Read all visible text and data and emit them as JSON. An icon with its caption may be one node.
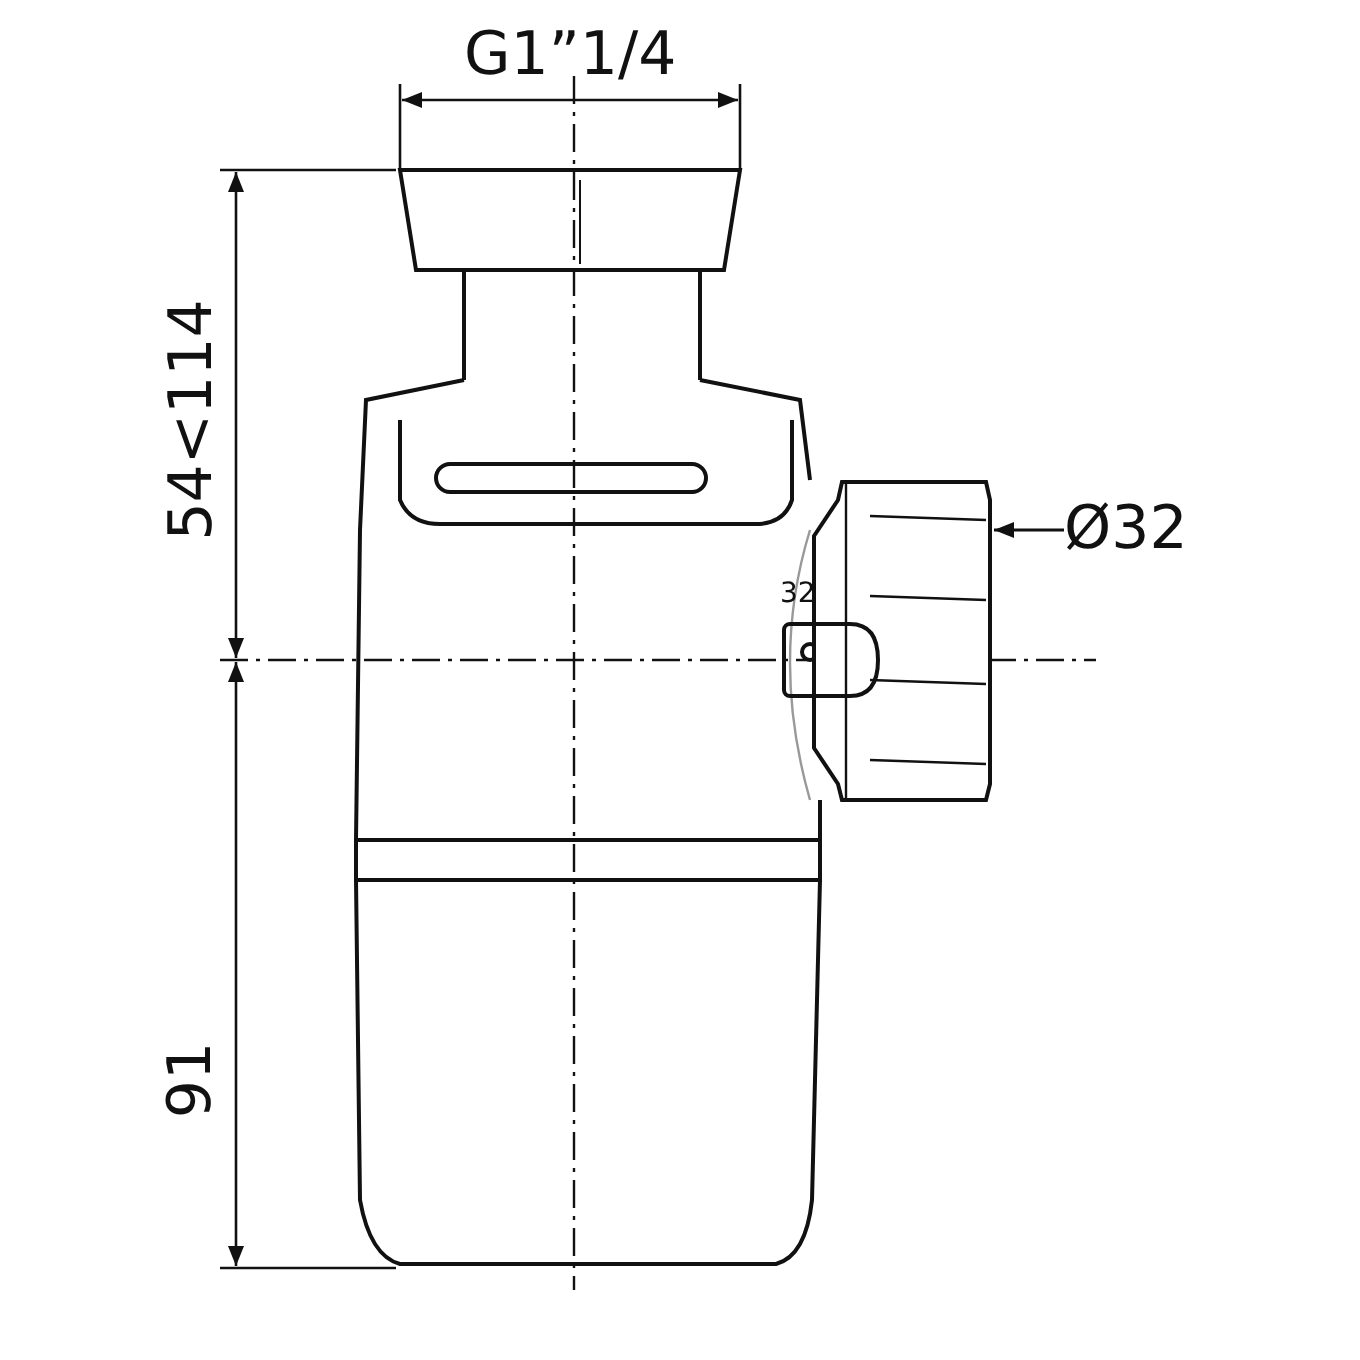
{
  "diagram": {
    "nodes": [
      {
        "text": [
          "Ø32"
        ]
      },
      {
        "text": [],
        "shape": "picture"
      }
    ],
    "edges": [
      {
        "from": 0,
        "to": 1,
        "arrow": "to"
      }
    ],
    "labels": [
      "G1”1/4",
      "54<114",
      "91",
      "32"
    ]
  }
}
